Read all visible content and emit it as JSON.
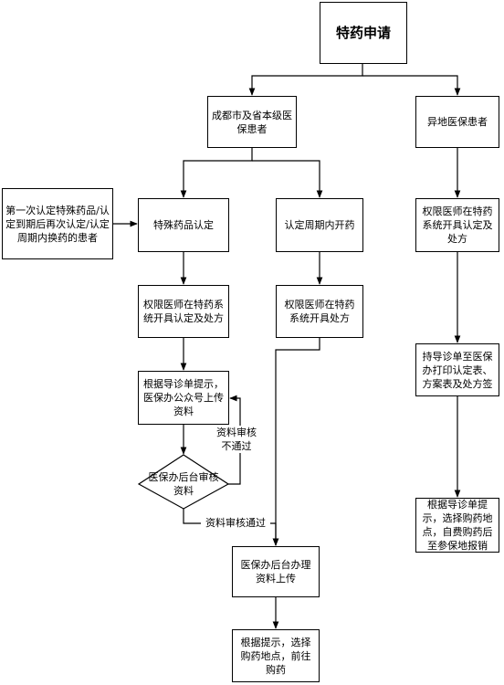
{
  "nodes": {
    "title": "特药申请",
    "chengdu": "成都市及省本级医保患者",
    "yidi": "异地医保患者",
    "first_time": "第一次认定特殊药品/认定到期后再次认定/认定周期内换药的患者",
    "special_drug": "特殊药品认定",
    "in_cycle": "认定周期内开药",
    "doctor_a": "权限医师在特药系统开具认定及处方",
    "doctor_b": "权限医师在特药系统开具处方",
    "doctor_c": "权限医师在特药系统开具认定及处方",
    "upload": "根据导诊单提示，医保办公众号上传资料",
    "review": "医保办后台审核资料",
    "print": "持导诊单至医保办打印认定表、方案表及处方签",
    "reimburse": "根据导诊单提示，选择购药地点，自费购药后至参保地报销",
    "handle": "医保办后台办理资料上传",
    "buy": "根据提示，选择购药地点，前往购药"
  },
  "labels": {
    "not_pass": "资料审核不通过",
    "pass": "资料审核通过"
  }
}
